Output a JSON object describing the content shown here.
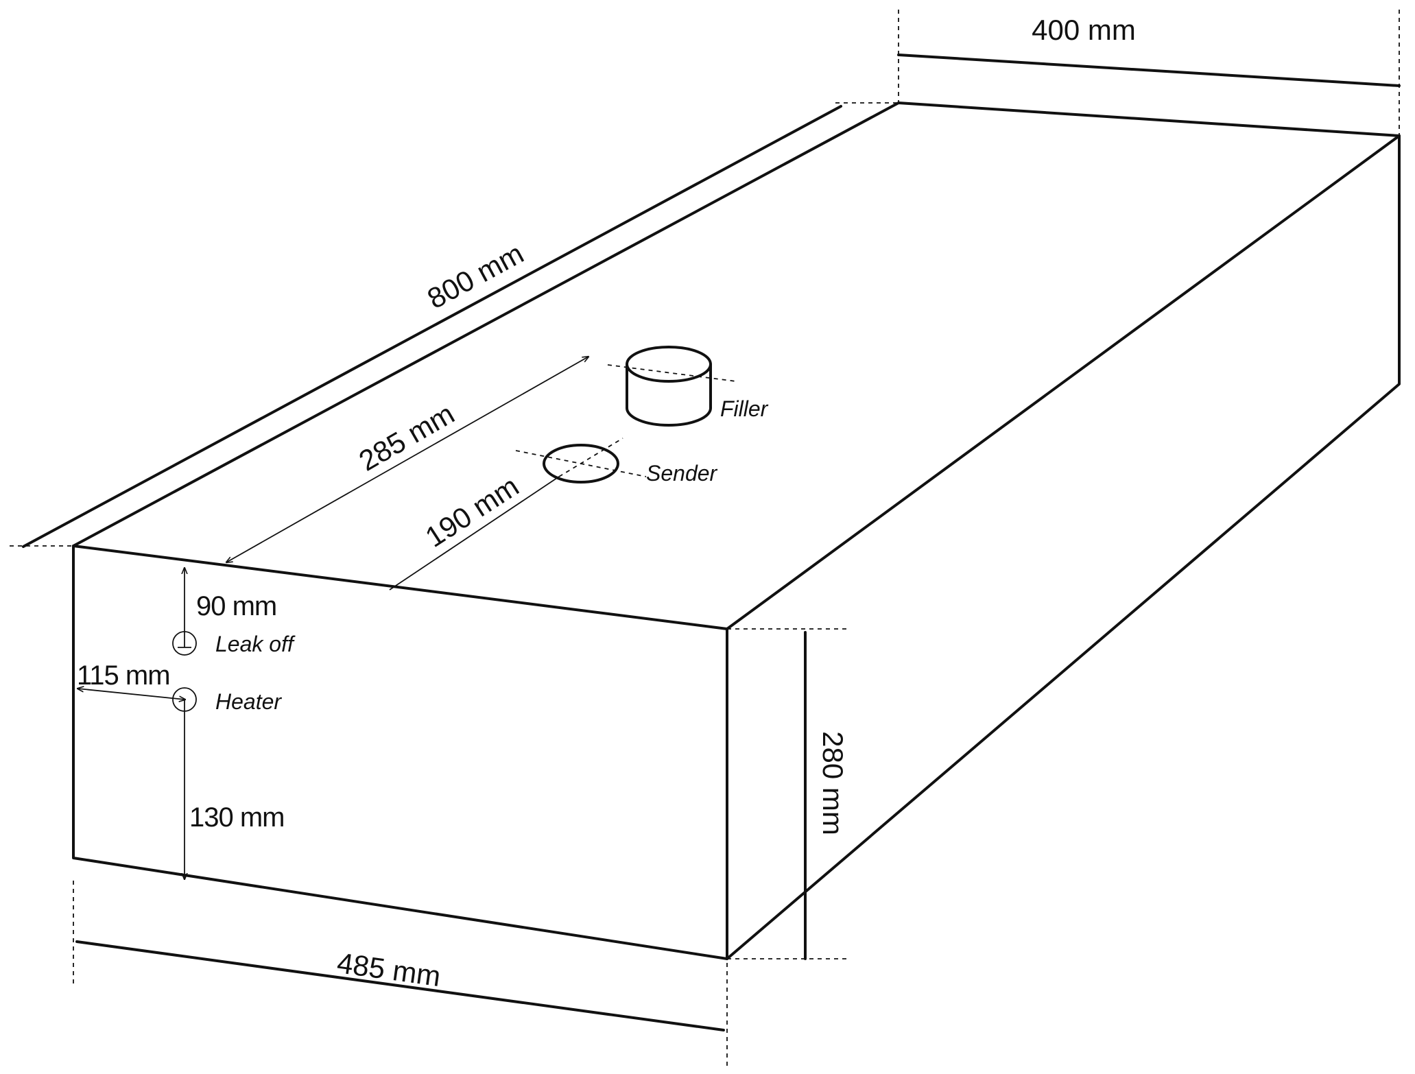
{
  "dimensions": {
    "width": "400 mm",
    "length": "800 mm",
    "front": "485 mm",
    "height": "280 mm",
    "filler_distance": "285 mm",
    "sender_distance": "190 mm",
    "leak_off_from_top": "90 mm",
    "heater_from_side": "115 mm",
    "heater_from_bottom": "130 mm"
  },
  "features": {
    "filler": "Filler",
    "sender": "Sender",
    "leak_off": "Leak off",
    "heater": "Heater"
  }
}
